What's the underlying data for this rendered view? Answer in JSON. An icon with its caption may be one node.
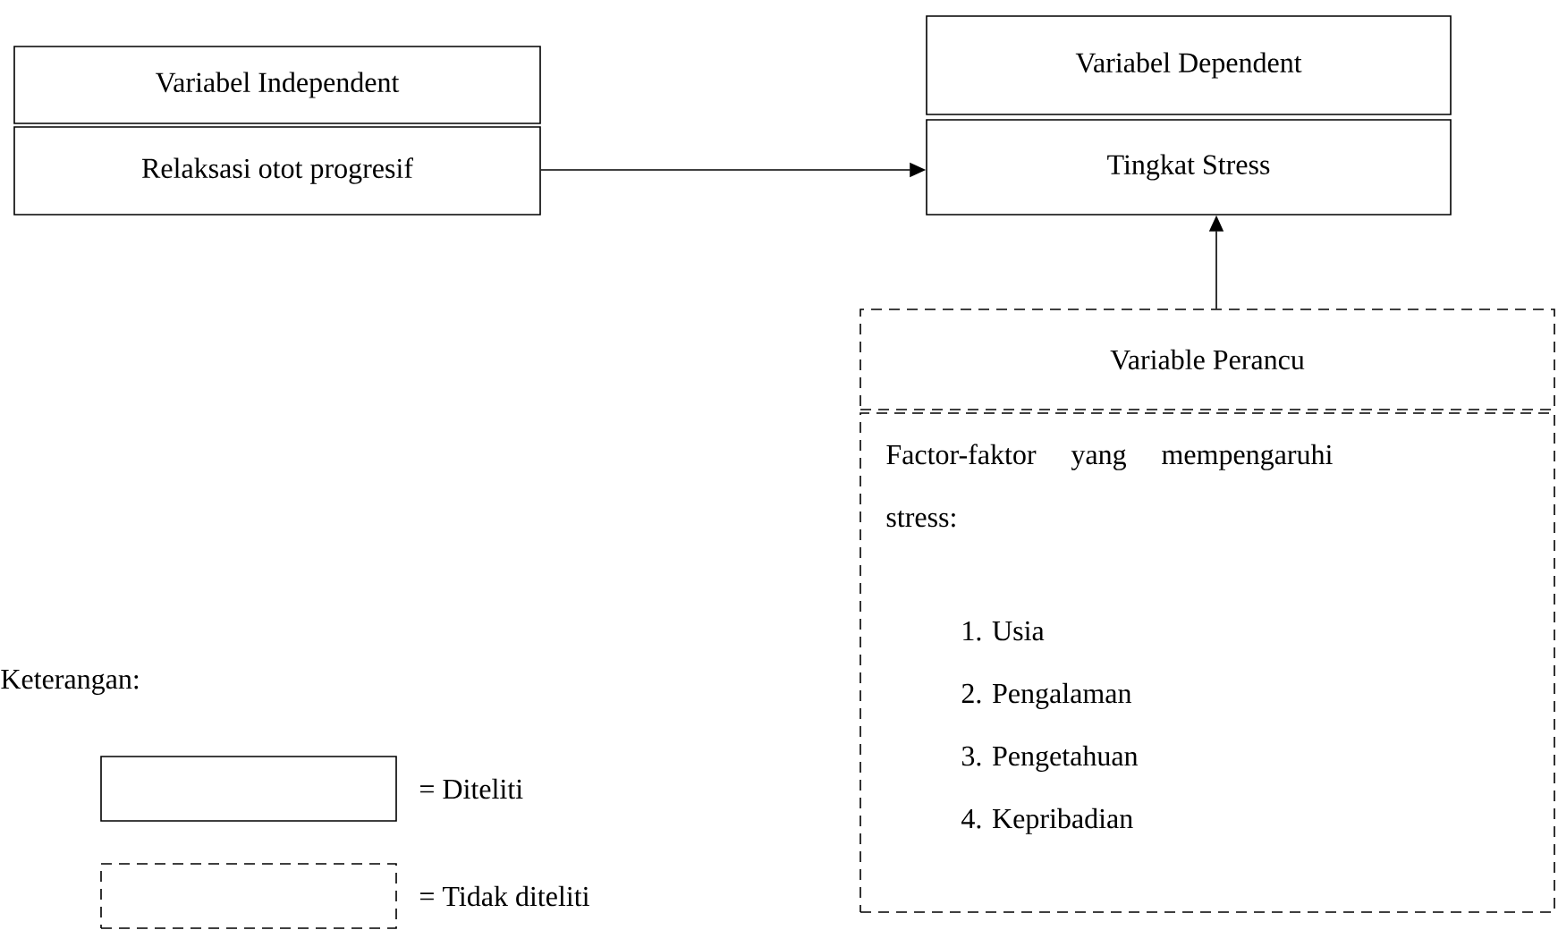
{
  "diagram": {
    "nodes": [
      {
        "text": [
          "Variabel Independent"
        ]
      },
      {
        "text": [
          "Relaksasi otot progresif"
        ]
      },
      {
        "text": [
          "Variabel Dependent"
        ]
      },
      {
        "text": [
          "Tingkat Stress"
        ]
      },
      {
        "text": [
          "Variable Perancu"
        ]
      },
      {
        "text": [
          "Factor-faktor yang mempengaruhi stress:",
          "1. Usia",
          "2. Pengalaman",
          "3. Pengetahuan",
          "4. Kepribadian"
        ]
      }
    ],
    "edges": [
      {
        "from": 1,
        "to": 3,
        "arrow": "to"
      },
      {
        "from": 4,
        "to": 3,
        "arrow": "to"
      }
    ],
    "labels": [
      "Keterangan:"
    ],
    "legend": [
      {
        "text": "= Diteliti"
      },
      {
        "text": "= Tidak diteliti"
      }
    ]
  }
}
